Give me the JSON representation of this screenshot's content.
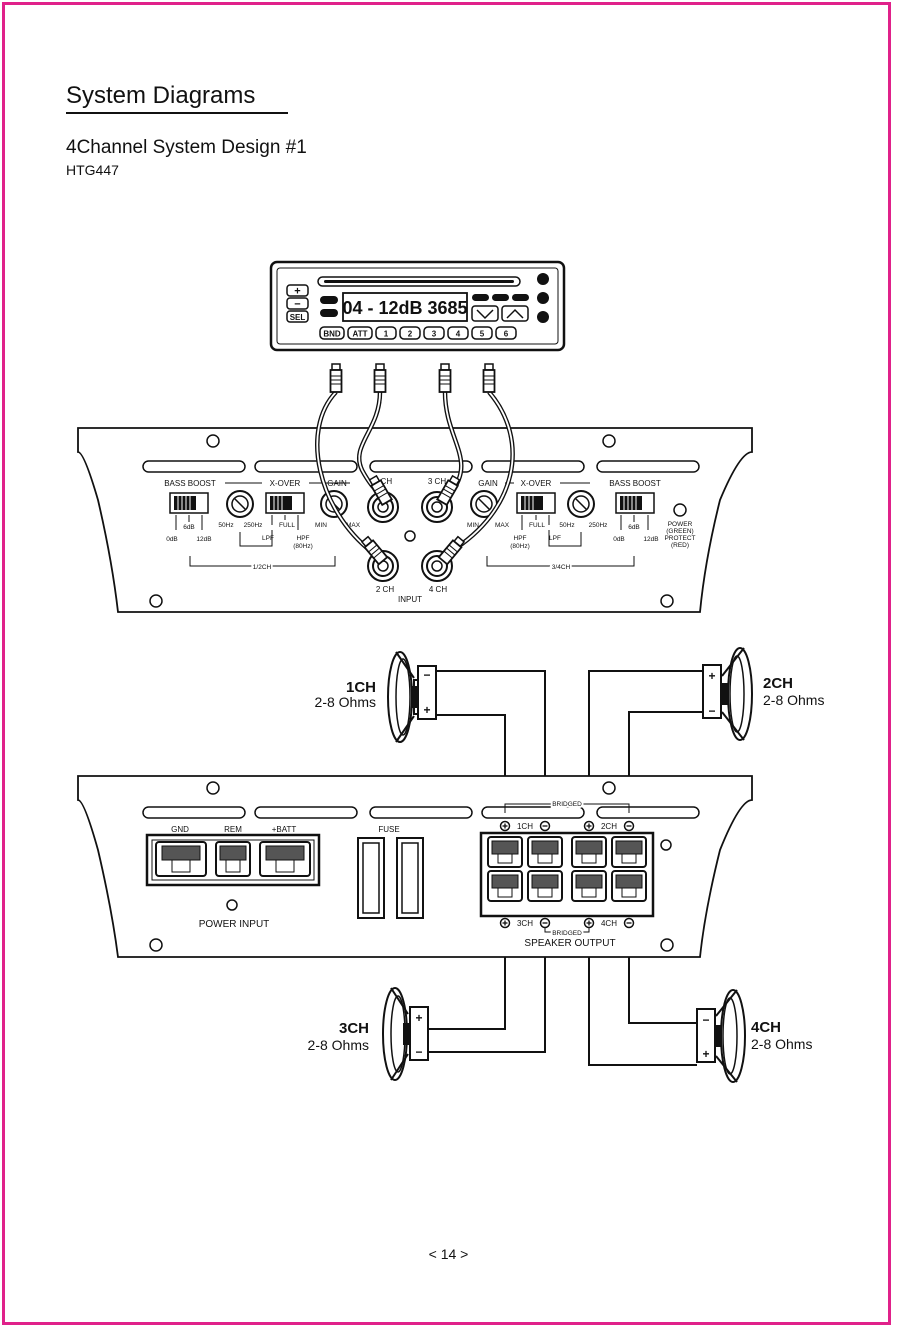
{
  "page": {
    "title": "System Diagrams",
    "subtitle": "4Channel System Design #1",
    "model": "HTG447",
    "page_number": "< 14 >"
  },
  "head_unit": {
    "display": "04 - 12dB 3685",
    "btn_plus": "+",
    "btn_minus": "−",
    "btn_sel": "SEL",
    "presets": [
      "BND",
      "ATT",
      "1",
      "2",
      "3",
      "4",
      "5",
      "6"
    ]
  },
  "amp_top": {
    "left": {
      "bass_boost": "BASS BOOST",
      "bb_6": "6dB",
      "bb_0": "0dB",
      "bb_12": "12dB",
      "xover": "X-OVER",
      "hz50": "50Hz",
      "hz250": "250Hz",
      "full": "FULL",
      "lpf": "LPF",
      "hpf": "HPF",
      "hpf_freq": "(80Hz)",
      "gain": "GAIN",
      "min": "MIN",
      "max": "MAX",
      "group": "1/2CH"
    },
    "right": {
      "bass_boost": "BASS BOOST",
      "bb_6": "6dB",
      "bb_0": "0dB",
      "bb_12": "12dB",
      "xover": "X-OVER",
      "hz50": "50Hz",
      "hz250": "250Hz",
      "full": "FULL",
      "lpf": "LPF",
      "hpf": "HPF",
      "hpf_freq": "(80Hz)",
      "gain": "GAIN",
      "min": "MIN",
      "max": "MAX",
      "group": "3/4CH"
    },
    "ch1": "1 CH",
    "ch2": "2 CH",
    "ch3": "3 CH",
    "ch4": "4 CH",
    "input": "INPUT",
    "power": "POWER",
    "green": "(GREEN)",
    "protect": "PROTECT",
    "red": "(RED)"
  },
  "speakers": {
    "s1": {
      "name": "1CH",
      "ohms": "2-8 Ohms"
    },
    "s2": {
      "name": "2CH",
      "ohms": "2-8 Ohms"
    },
    "s3": {
      "name": "3CH",
      "ohms": "2-8 Ohms"
    },
    "s4": {
      "name": "4CH",
      "ohms": "2-8 Ohms"
    },
    "plus": "+",
    "minus": "−"
  },
  "amp_bottom": {
    "gnd": "GND",
    "rem": "REM",
    "batt": "+BATT",
    "power_input": "POWER INPUT",
    "fuse": "FUSE",
    "bridged": "BRIDGED",
    "ch1": "1CH",
    "ch2": "2CH",
    "ch3": "3CH",
    "ch4": "4CH",
    "speaker_output": "SPEAKER OUTPUT"
  }
}
